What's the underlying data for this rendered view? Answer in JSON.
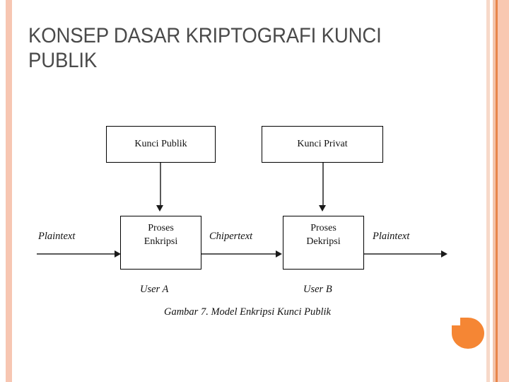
{
  "slide": {
    "title": "KONSEP DASAR KRIPTOGRAFI KUNCI PUBLIK",
    "background_color": "#ffffff",
    "title_color": "#4a4a4a",
    "accent_color": "#f58634",
    "stripe_colors": [
      "#f7c6b2",
      "#f7d9c9",
      "#f2c4ab",
      "#e8864a",
      "#f9c8b1"
    ]
  },
  "diagram": {
    "caption": "Gambar  7.  Model Enkripsi Kunci Publik",
    "boxes": [
      {
        "id": "kunci-publik",
        "label": "Kunci Publik"
      },
      {
        "id": "kunci-privat",
        "label": "Kunci Privat"
      },
      {
        "id": "proses-enkripsi",
        "label": "Proses\nEnkripsi"
      },
      {
        "id": "proses-dekripsi",
        "label": "Proses\nDekripsi"
      }
    ],
    "flow_labels": [
      {
        "id": "plaintext-in",
        "label": "Plaintext"
      },
      {
        "id": "chipertext",
        "label": "Chipertext"
      },
      {
        "id": "plaintext-out",
        "label": "Plaintext"
      }
    ],
    "actors": [
      {
        "id": "user-a",
        "label": "User A"
      },
      {
        "id": "user-b",
        "label": "User B"
      }
    ],
    "line_color": "#5a5a5a",
    "box_border_color": "#000000"
  }
}
